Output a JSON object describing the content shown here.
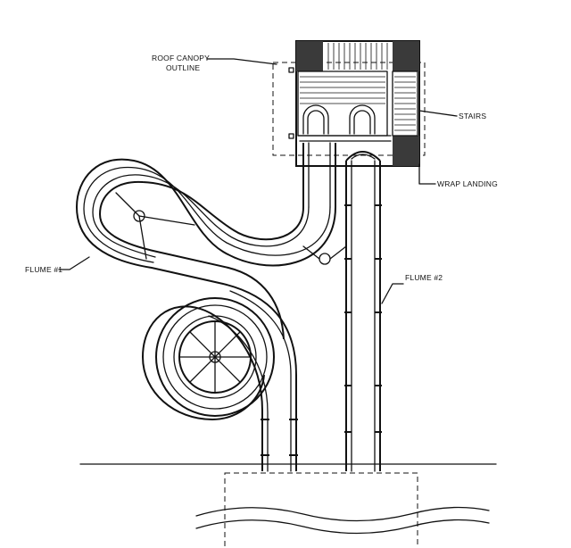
{
  "labels": {
    "roof_canopy_line1": "ROOF CANOPY",
    "roof_canopy_line2": "OUTLINE",
    "stairs": "STAIRS",
    "wrap_landing": "WRAP LANDING",
    "flume1": "FLUME #1",
    "flume2": "FLUME #2"
  }
}
